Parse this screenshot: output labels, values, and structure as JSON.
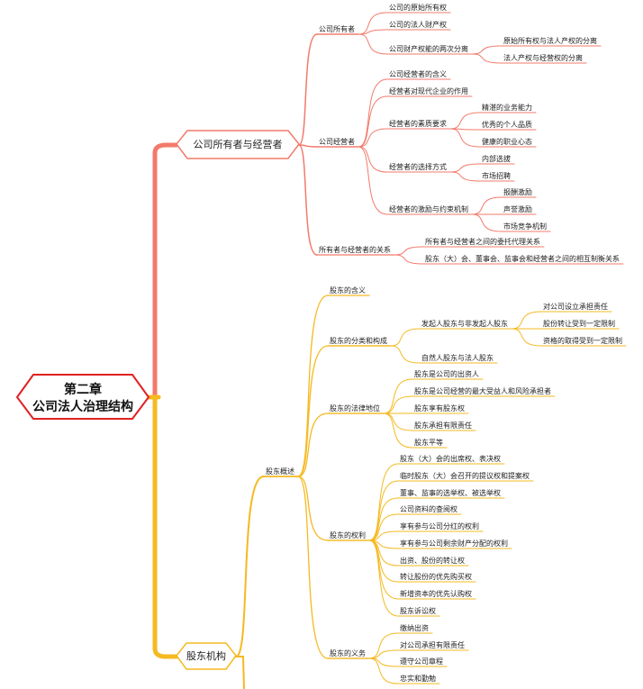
{
  "root": {
    "line1": "第二章",
    "line2": "公司法人治理结构"
  },
  "colors": {
    "red": "#f37a6b",
    "gold": "#f5b921",
    "root_border": "#e02020"
  },
  "branches": {
    "owners_managers": {
      "label": "公司所有者与经营者",
      "owner": {
        "label": "公司所有者",
        "items": [
          "公司的原始所有权",
          "公司的法人财产权",
          "公司财产权能的两次分离"
        ],
        "separation": [
          "原始所有权与法人产权的分离",
          "法人产权与经营权的分离"
        ]
      },
      "manager": {
        "label": "公司经营者",
        "items": [
          "公司经营者的含义",
          "经营者对现代企业的作用",
          "经营者的素质要求",
          "经营者的选择方式",
          "经营者的激励与约束机制"
        ],
        "quality": [
          "精湛的业务能力",
          "优秀的个人品质",
          "健康的职业心态"
        ],
        "selection": [
          "内部选拔",
          "市场招聘"
        ],
        "incentive": [
          "报酬激励",
          "声誉激励",
          "市场竞争机制"
        ]
      },
      "relation": {
        "label": "所有者与经营者的关系",
        "items": [
          "所有者与经营者之间的委托代理关系",
          "股东（大）会、董事会、监事会和经营者之间的相互制衡关系"
        ]
      }
    },
    "shareholders": {
      "label": "股东机构",
      "overview": {
        "label": "股东概述",
        "meaning": "股东的含义",
        "classification": {
          "label": "股东的分类和构成",
          "items": [
            "发起人股东与非发起人股东",
            "自然人股东与法人股东"
          ],
          "founder": [
            "对公司设立承担责任",
            "股份转让受到一定限制",
            "资格的取得受到一定限制"
          ]
        },
        "status": {
          "label": "股东的法律地位",
          "items": [
            "股东是公司的出资人",
            "股东是公司经营的最大受益人和风险承担者",
            "股东享有股东权",
            "股东承担有限责任",
            "股东平等"
          ]
        },
        "rights": {
          "label": "股东的权利",
          "items": [
            "股东（大）会的出席权、表决权",
            "临时股东（大）会召开的提议权和提案权",
            "董事、监事的选举权、被选举权",
            "公司资料的查阅权",
            "享有参与公司分红的权利",
            "享有参与公司剩余财产分配的权利",
            "出资、股份的转让权",
            "转让股份的优先购买权",
            "新增资本的优先认购权",
            "股东诉讼权"
          ]
        },
        "duties": {
          "label": "股东的义务",
          "items": [
            "缴纳出资",
            "对公司承担有限责任",
            "遵守公司章程",
            "忠实和勤勉"
          ]
        }
      }
    }
  }
}
